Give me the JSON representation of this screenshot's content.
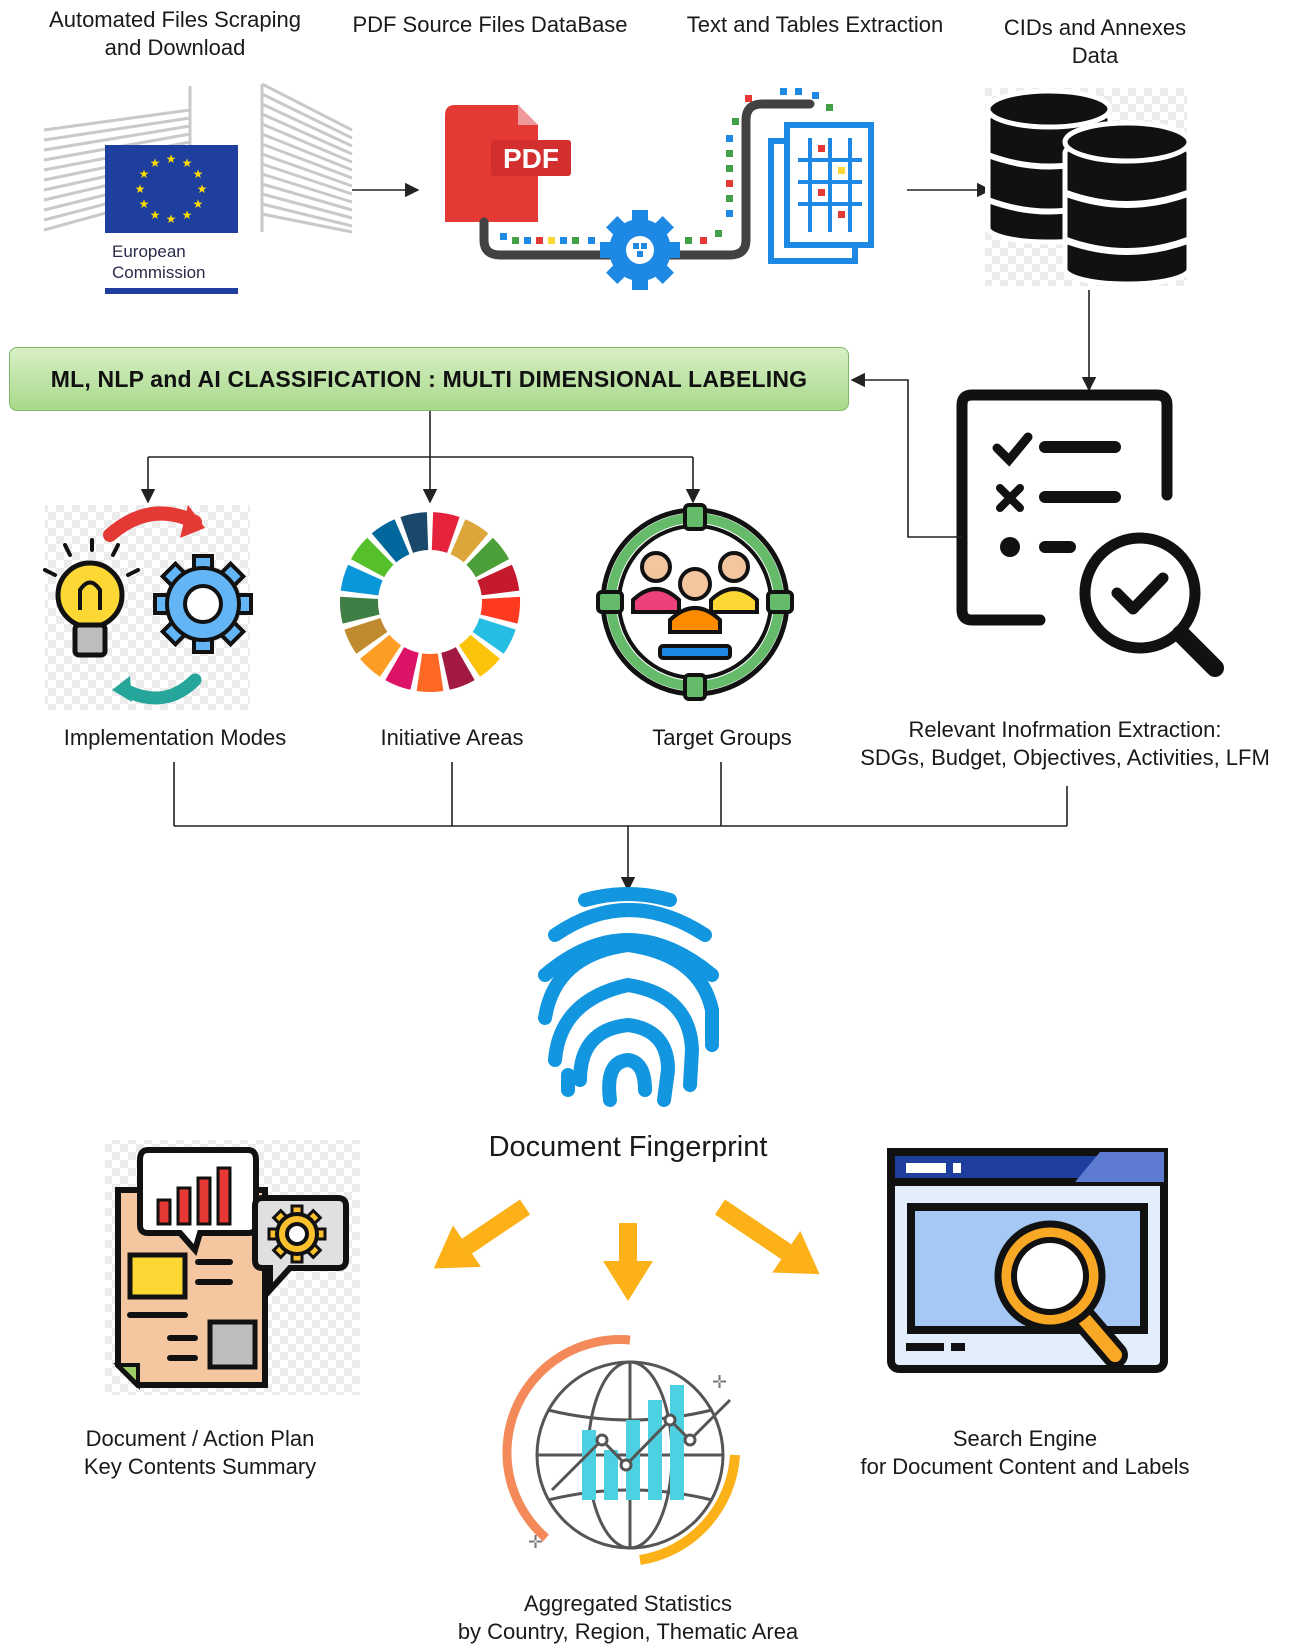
{
  "nodes": {
    "scraping": {
      "line1": "Automated Files Scraping",
      "line2": "and Download"
    },
    "pdf_db": {
      "label": "PDF Source Files DataBase"
    },
    "extraction": {
      "label": "Text and Tables Extraction"
    },
    "cids": {
      "line1": "CIDs and Annexes",
      "line2": "Data"
    },
    "classification": {
      "label": "ML, NLP and AI CLASSIFICATION : MULTI DIMENSIONAL LABELING"
    },
    "impl_modes": {
      "label": "Implementation Modes"
    },
    "initiative_areas": {
      "label": "Initiative Areas"
    },
    "target_groups": {
      "label": "Target Groups"
    },
    "relevant_info": {
      "line1": "Relevant Inofrmation Extraction:",
      "line2": "SDGs, Budget, Objectives, Activities, LFM"
    },
    "fingerprint": {
      "label": "Document Fingerprint"
    },
    "summary": {
      "line1": "Document / Action Plan",
      "line2": "Key Contents Summary"
    },
    "search": {
      "line1": "Search Engine",
      "line2": "for Document Content and Labels"
    },
    "stats": {
      "line1": "Aggregated Statistics",
      "line2": "by Country, Region, Thematic Area"
    }
  },
  "logos": {
    "european_commission": {
      "line1": "European",
      "line2": "Commission"
    },
    "pdf_badge": "PDF"
  },
  "colors": {
    "eu_blue": "#1f3f9e",
    "eu_star": "#ffdd00",
    "pdf_red": "#e53935",
    "gear_blue": "#1e88e5",
    "classify_green": "#a8d98a",
    "fingerprint_blue": "#1196df",
    "orange_arrow": "#fbb117",
    "line_dark": "#222222"
  },
  "icons": [
    "european-commission-logo",
    "pdf-icon",
    "gear-icon",
    "table-document-icon",
    "database-icon",
    "checklist-search-icon",
    "lightbulb-gear-cycle-icon",
    "sdg-wheel-icon",
    "target-group-icon",
    "fingerprint-icon",
    "report-summary-icon",
    "search-browser-icon",
    "globe-statistics-icon"
  ]
}
